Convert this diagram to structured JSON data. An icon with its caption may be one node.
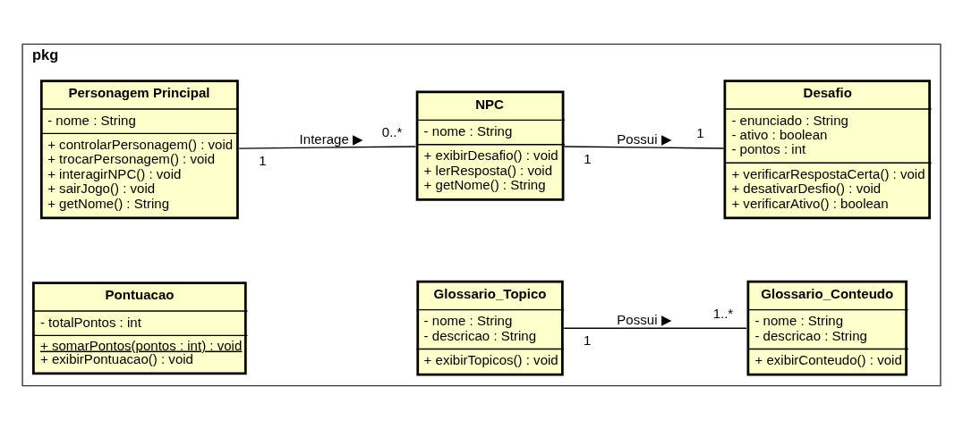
{
  "diagram": {
    "nodes": [
      {
        "text": [
          "pkg"
        ]
      },
      {
        "text": [
          "Personagem Principal",
          "- nome : String",
          "+ controlarPersonagem() : void",
          "+ trocarPersonagem() : void",
          "+ interagirNPC() : void",
          "+ sairJogo() : void",
          "+ getNome() : String"
        ],
        "in": 0
      },
      {
        "text": [
          "NPC",
          "- nome : String",
          "+ exibirDesafio() : void",
          "+ lerResposta() : void",
          "+ getNome() : String"
        ],
        "in": 0
      },
      {
        "text": [
          "Desafio",
          "- enunciado : String",
          "- ativo : boolean",
          "- pontos : int",
          "+ verificarRespostaCerta() : void",
          "+ desativarDesfio() : void",
          "+ verificarAtivo() : boolean"
        ],
        "in": 0
      },
      {
        "text": [
          "Pontuacao",
          "- totalPontos : int",
          "+ somarPontos(pontos : int) : void",
          "+ exibirPontuacao() : void"
        ],
        "in": 0
      },
      {
        "text": [
          "Glossario_Topico",
          "- nome : String",
          "- descricao : String",
          "+ exibirTopicos() : void"
        ],
        "in": 0
      },
      {
        "text": [
          "Glossario_Conteudo",
          "- nome : String",
          "- descricao : String",
          "+ exibirConteudo() : void"
        ],
        "in": 0
      }
    ],
    "edges": [
      {
        "from": 1,
        "to": 2,
        "arrow": "none",
        "label": "Interage ▶"
      },
      {
        "from": 2,
        "to": 3,
        "arrow": "none",
        "label": "Possui ▶"
      },
      {
        "from": 5,
        "to": 6,
        "arrow": "none",
        "label": "Possui ▶"
      }
    ],
    "labels": [
      "1",
      "0..*",
      "1",
      "1",
      "1",
      "1..*"
    ]
  }
}
